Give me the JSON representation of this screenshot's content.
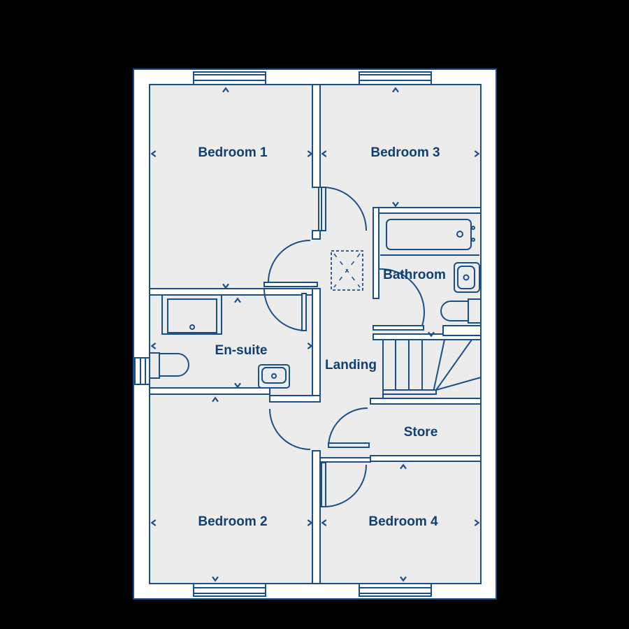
{
  "plan": {
    "rooms": {
      "bedroom1": "Bedroom 1",
      "bedroom3": "Bedroom 3",
      "bathroom": "Bathroom",
      "ensuite": "En-suite",
      "landing": "Landing",
      "store": "Store",
      "bedroom2": "Bedroom 2",
      "bedroom4": "Bedroom 4"
    },
    "colors": {
      "background": "#000000",
      "wall": "#ffffff",
      "line": "#1a4f8a",
      "floor": "#ececec",
      "text": "#0f3f73"
    }
  }
}
